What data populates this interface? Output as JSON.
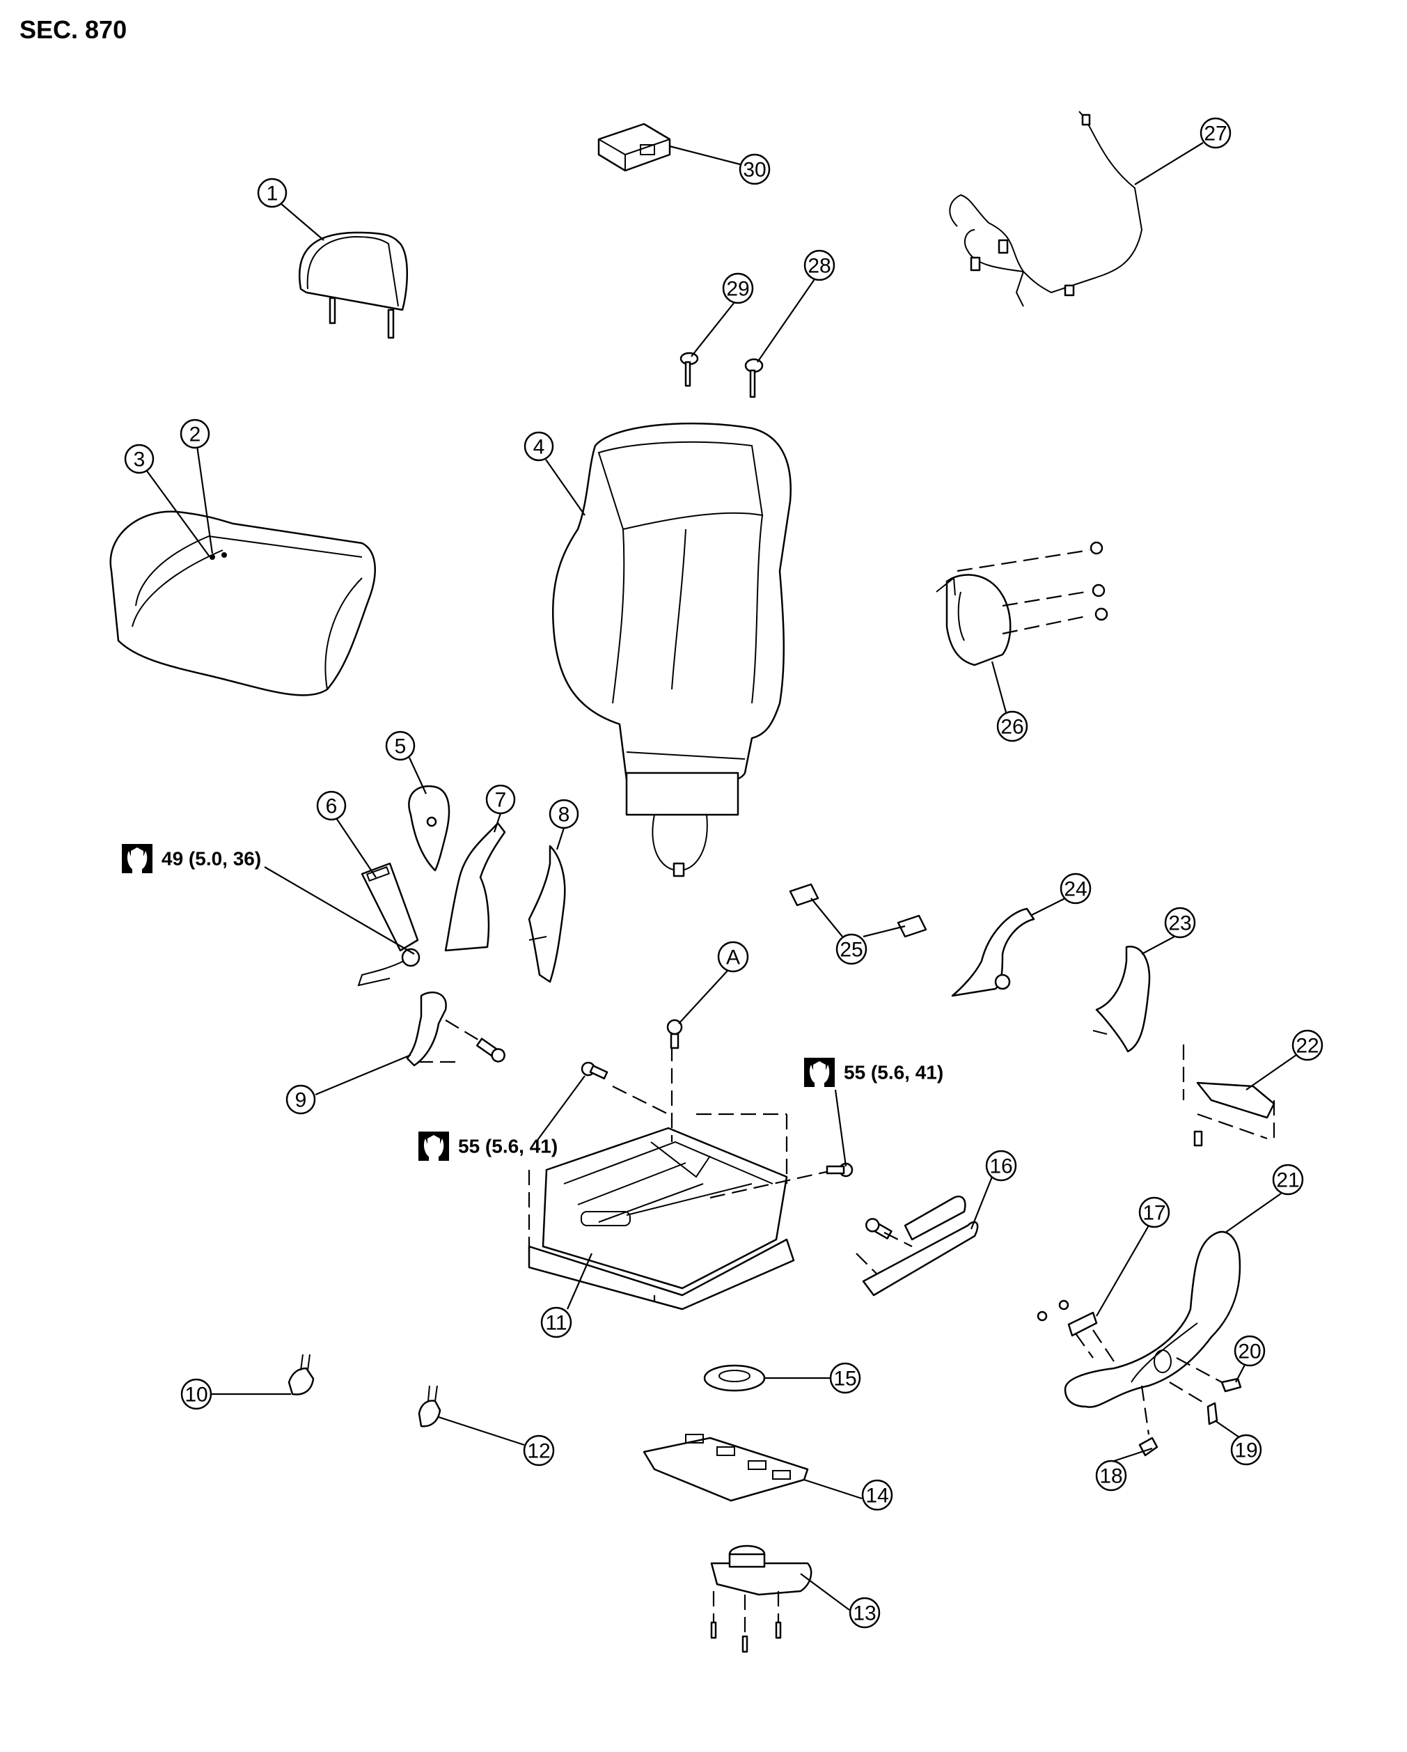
{
  "header": {
    "section_label": "SEC. 870"
  },
  "callouts": [
    {
      "id": "1",
      "label": "1"
    },
    {
      "id": "2",
      "label": "2"
    },
    {
      "id": "3",
      "label": "3"
    },
    {
      "id": "4",
      "label": "4"
    },
    {
      "id": "5",
      "label": "5"
    },
    {
      "id": "6",
      "label": "6"
    },
    {
      "id": "7",
      "label": "7"
    },
    {
      "id": "8",
      "label": "8"
    },
    {
      "id": "9",
      "label": "9"
    },
    {
      "id": "10",
      "label": "10"
    },
    {
      "id": "11",
      "label": "11"
    },
    {
      "id": "12",
      "label": "12"
    },
    {
      "id": "13",
      "label": "13"
    },
    {
      "id": "14",
      "label": "14"
    },
    {
      "id": "15",
      "label": "15"
    },
    {
      "id": "16",
      "label": "16"
    },
    {
      "id": "17",
      "label": "17"
    },
    {
      "id": "18",
      "label": "18"
    },
    {
      "id": "19",
      "label": "19"
    },
    {
      "id": "20",
      "label": "20"
    },
    {
      "id": "21",
      "label": "21"
    },
    {
      "id": "22",
      "label": "22"
    },
    {
      "id": "23",
      "label": "23"
    },
    {
      "id": "24",
      "label": "24"
    },
    {
      "id": "25",
      "label": "25"
    },
    {
      "id": "26",
      "label": "26"
    },
    {
      "id": "27",
      "label": "27"
    },
    {
      "id": "28",
      "label": "28"
    },
    {
      "id": "29",
      "label": "29"
    },
    {
      "id": "30",
      "label": "30"
    },
    {
      "id": "A",
      "label": "A"
    }
  ],
  "torque_specs": [
    {
      "label": "49 (5.0, 36)",
      "icon": "torque-wrench-icon"
    },
    {
      "label": "55 (5.6, 41)",
      "icon": "torque-wrench-icon"
    },
    {
      "label": "55 (5.6, 41)",
      "icon": "torque-wrench-icon"
    }
  ]
}
